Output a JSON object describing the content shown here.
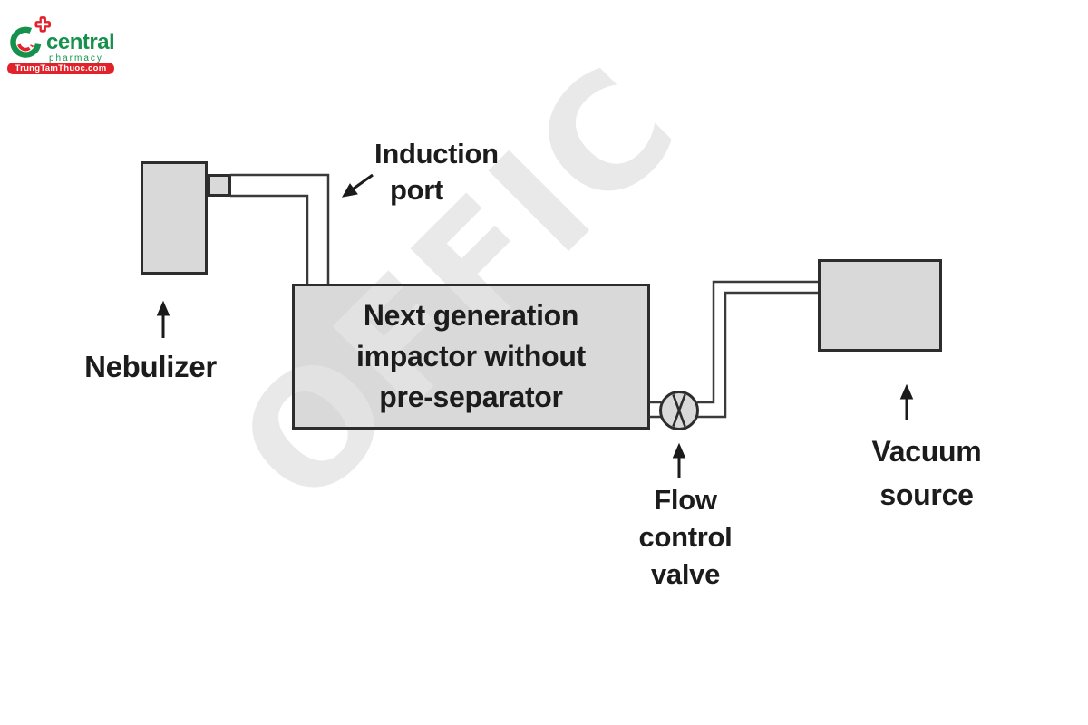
{
  "page": {
    "background": "#ffffff"
  },
  "logo": {
    "brand": "central",
    "tagline": "pharmacy",
    "banner": "TrungTamThuoc.com",
    "green": "#16914d",
    "red": "#e2222b"
  },
  "watermark": {
    "text": "OFFIC",
    "color": "#e6e6e6"
  },
  "diagram": {
    "colors": {
      "box_fill": "#d9d9d9",
      "box_border": "#2d2d2d",
      "pipe_line": "#3a3a3a",
      "label_text": "#1c1c1c"
    },
    "labels": {
      "nebulizer": "Nebulizer",
      "induction_line1": "Induction",
      "induction_line2": "port",
      "impactor_line1": "Next generation",
      "impactor_line2": "impactor without",
      "impactor_line3": "pre-separator",
      "flow_line1": "Flow",
      "flow_line2": "control",
      "flow_line3": "valve",
      "vacuum_line1": "Vacuum",
      "vacuum_line2": "source"
    }
  }
}
